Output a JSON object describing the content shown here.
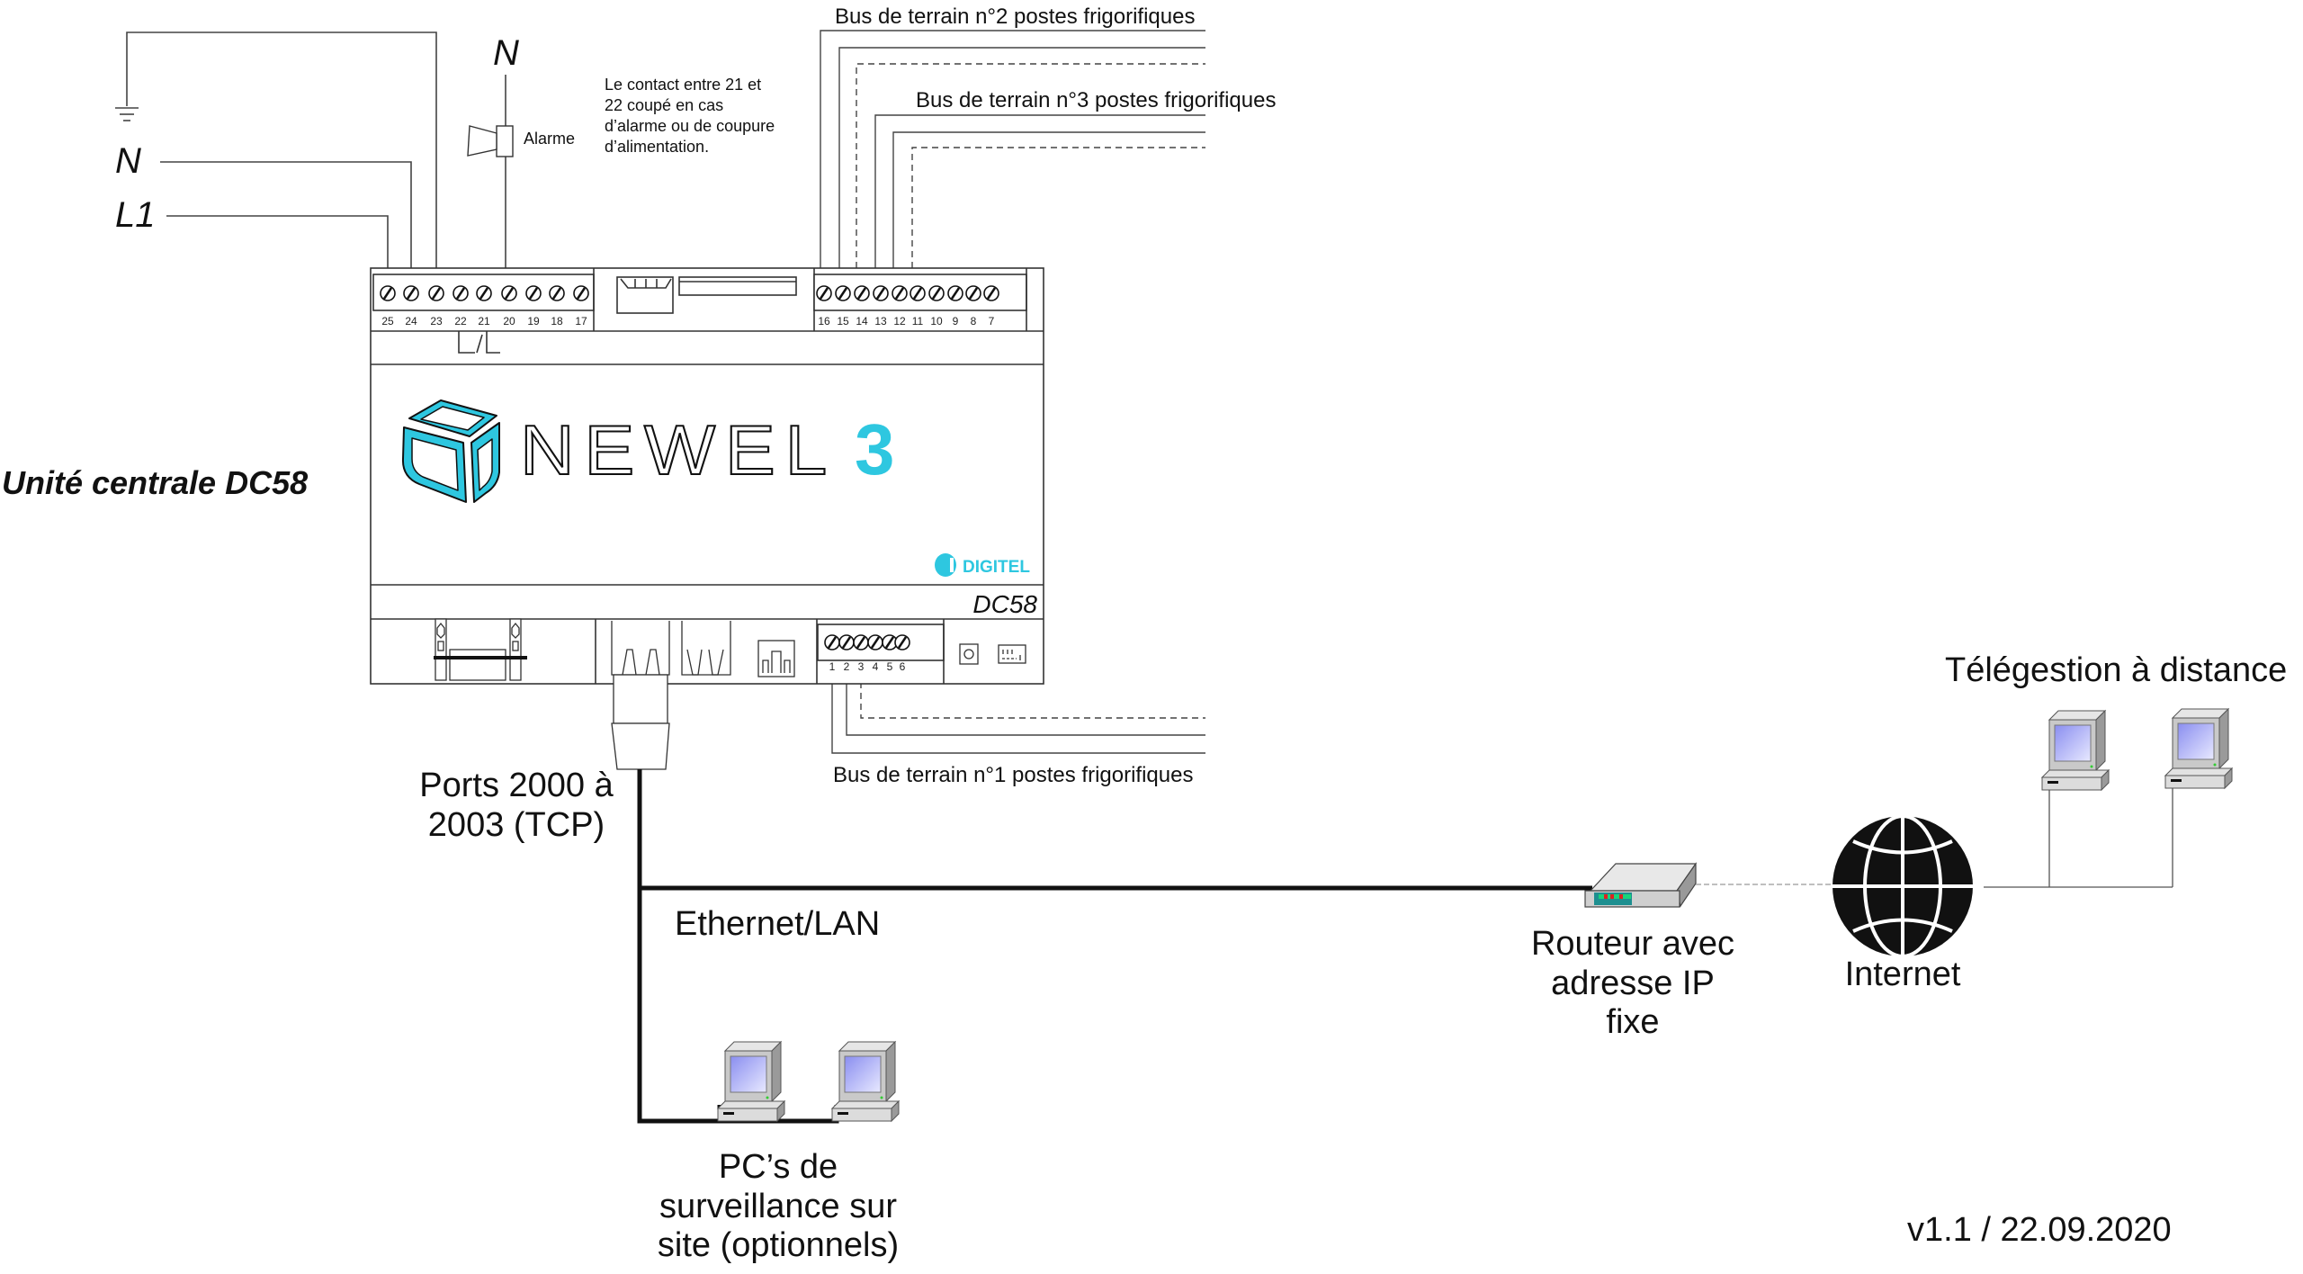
{
  "power": {
    "neutral_label": "N",
    "phase_label": "L1",
    "alarm_neutral_label": "N",
    "alarm_label": "Alarme",
    "alarm_note": [
      "Le contact entre 21 et",
      "22 coupé en cas",
      "d’alarme ou de coupure",
      "d’alimentation."
    ]
  },
  "device": {
    "caption": "Unité centrale DC58",
    "brand_text": "NEWEL",
    "brand_number": "3",
    "maker": "DIGITEL",
    "model": "DC58",
    "accent_color": "#2ec7e0",
    "top_left_terminals": [
      "25",
      "24",
      "23",
      "22",
      "21",
      "20",
      "19",
      "18",
      "17"
    ],
    "top_right_terminals": [
      "16",
      "15",
      "14",
      "13",
      "12",
      "11",
      "10",
      "9",
      "8",
      "7"
    ],
    "bottom_terminals": [
      "1",
      "2",
      "3",
      "4",
      "5",
      "6"
    ]
  },
  "buses": {
    "bus1": "Bus de terrain  n°1 postes frigorifiques",
    "bus2": "Bus de terrain  n°2 postes frigorifiques",
    "bus3": "Bus de terrain  n°3 postes frigorifiques"
  },
  "network": {
    "ports_label": [
      "Ports 2000 à",
      "2003 (TCP)"
    ],
    "lan_label": "Ethernet/LAN",
    "router_label": [
      "Routeur avec",
      "adresse IP",
      "fixe"
    ],
    "internet_label": "Internet",
    "remote_label": "Télégestion à distance",
    "local_pcs_label": [
      "PC’s de",
      "surveillance sur",
      "site (optionnels)"
    ]
  },
  "footer": {
    "version": "v1.1 / 22.09.2020"
  }
}
